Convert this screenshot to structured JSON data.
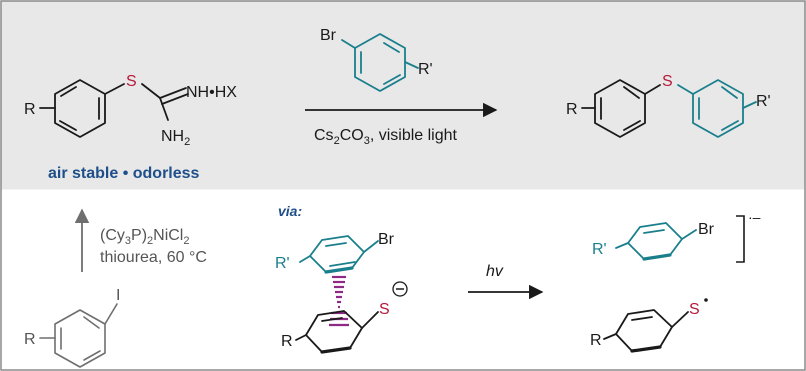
{
  "reaction": {
    "reagent_bromoarene": {
      "br": "Br",
      "r_prime": "R'"
    },
    "starting_thiouronium": {
      "r": "R",
      "s": "S",
      "nh_hx": "NH•HX",
      "nh2_main": "NH",
      "nh2_sub": "2"
    },
    "conditions": {
      "base_main": "Cs",
      "base_sub1": "2",
      "base_mid": "CO",
      "base_sub2": "3",
      "base_rest": ", visible light"
    },
    "product": {
      "r": "R",
      "s": "S",
      "r_prime": "R'"
    },
    "highlight": "air stable • odorless"
  },
  "prep": {
    "catalyst_main": "(Cy",
    "catalyst_sub1": "3",
    "catalyst_mid": "P)",
    "catalyst_sub2": "2",
    "catalyst_rest": "NiCl",
    "catalyst_sub3": "2",
    "conditions2": "thiourea, 60 °C",
    "aryl_iodide": {
      "r": "R",
      "i": "I"
    }
  },
  "mechanism": {
    "via_label": "via:",
    "complex": {
      "br": "Br",
      "r_prime": "R'",
      "s": "S",
      "r": "R"
    },
    "hv": "hv",
    "radical_anion": {
      "br": "Br",
      "r_prime": "R'",
      "charge": "·–"
    },
    "thiyl_radical": {
      "s": "S",
      "r": "R"
    }
  },
  "colors": {
    "teal": "#1a7f8c",
    "sulfur": "#b5193a",
    "navy": "#1f4f8a",
    "purple": "#8e2a86",
    "panel": "#e8e8e8",
    "frame": "#8a8a8a"
  }
}
